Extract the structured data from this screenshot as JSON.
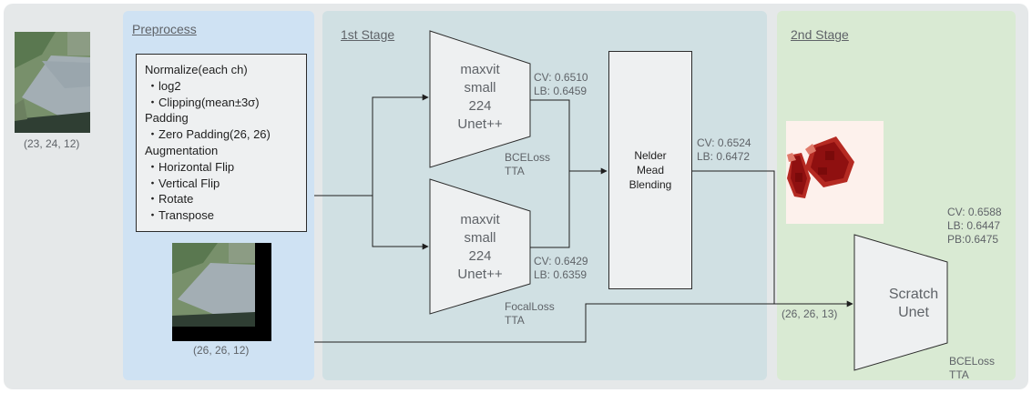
{
  "input": {
    "shape": "(23, 24, 12)"
  },
  "preprocess": {
    "title": "Preprocess",
    "items": [
      {
        "text": "Normalize(each ch)",
        "sub": false
      },
      {
        "text": "・log2",
        "sub": true
      },
      {
        "text": "・Clipping(mean±3σ)",
        "sub": true
      },
      {
        "text": "Padding",
        "sub": false
      },
      {
        "text": "・Zero Padding(26, 26)",
        "sub": true
      },
      {
        "text": "Augmentation",
        "sub": false
      },
      {
        "text": "・Horizontal Flip",
        "sub": true
      },
      {
        "text": "・Vertical Flip",
        "sub": true
      },
      {
        "text": "・Rotate",
        "sub": true
      },
      {
        "text": "・Transpose",
        "sub": true
      }
    ],
    "padded_shape": "(26, 26, 12)"
  },
  "stage1": {
    "title": "1st Stage",
    "model1": {
      "lines": [
        "maxvit",
        "small",
        "224",
        "Unet++"
      ],
      "cv": "CV: 0.6510",
      "lb": "LB: 0.6459",
      "loss": "BCELoss",
      "tta": "TTA"
    },
    "model2": {
      "lines": [
        "maxvit",
        "small",
        "224",
        "Unet++"
      ],
      "cv": "CV: 0.6429",
      "lb": "LB: 0.6359",
      "loss": "FocalLoss",
      "tta": "TTA"
    },
    "blend": {
      "lines": [
        "Nelder",
        "Mead",
        "Blending"
      ],
      "cv": "CV: 0.6524",
      "lb": "LB: 0.6472"
    }
  },
  "stage2": {
    "title": "2nd Stage",
    "model": {
      "lines": [
        "Scratch",
        "Unet"
      ],
      "cv": "CV: 0.6588",
      "lb": "LB: 0.6447",
      "pb": "PB:0.6475",
      "loss": "BCELoss",
      "tta": "TTA",
      "input_shape": "(26, 26, 13)"
    }
  },
  "colors": {
    "preprocess_bg": "#cfe2f3",
    "stage1_bg": "#d0e0e3",
    "stage2_bg": "#d9ead3",
    "model_fill": "#eef0f1",
    "heatmap": "#b71c1c"
  }
}
